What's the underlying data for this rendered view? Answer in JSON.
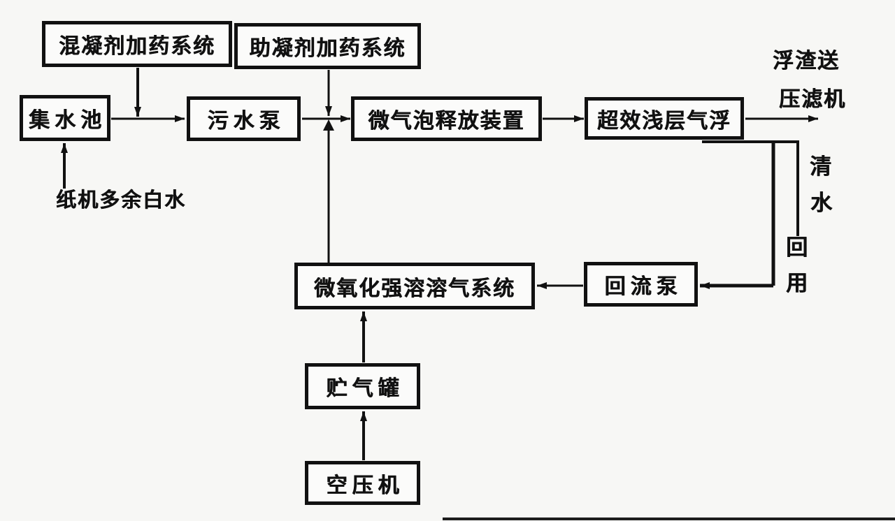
{
  "colors": {
    "background": "#f7f7f5",
    "ink": "#111111",
    "box_fill": "#fbfbfa"
  },
  "nodes": {
    "coagulant_dosing": {
      "label": "混凝剂加药系统"
    },
    "flocculant_dosing": {
      "label": "助凝剂加药系统"
    },
    "collecting_tank": {
      "label": "集水池"
    },
    "sewage_pump": {
      "label": "污水泵"
    },
    "bubble_release": {
      "label": "微气泡释放装置"
    },
    "shallow_daf": {
      "label": "超效浅层气浮"
    },
    "dissolved_air_sys": {
      "label": "微氧化强溶溶气系统"
    },
    "reflux_pump": {
      "label": "回流泵"
    },
    "gas_tank": {
      "label": "贮气罐"
    },
    "air_compressor": {
      "label": "空压机"
    }
  },
  "annotations": {
    "feed_label": "纸机多余白水",
    "scum_label_line1": "浮渣送",
    "scum_label_line2": "压滤机",
    "clean_water_chars": [
      "清",
      "水"
    ],
    "reuse_chars": [
      "回",
      "用"
    ]
  }
}
